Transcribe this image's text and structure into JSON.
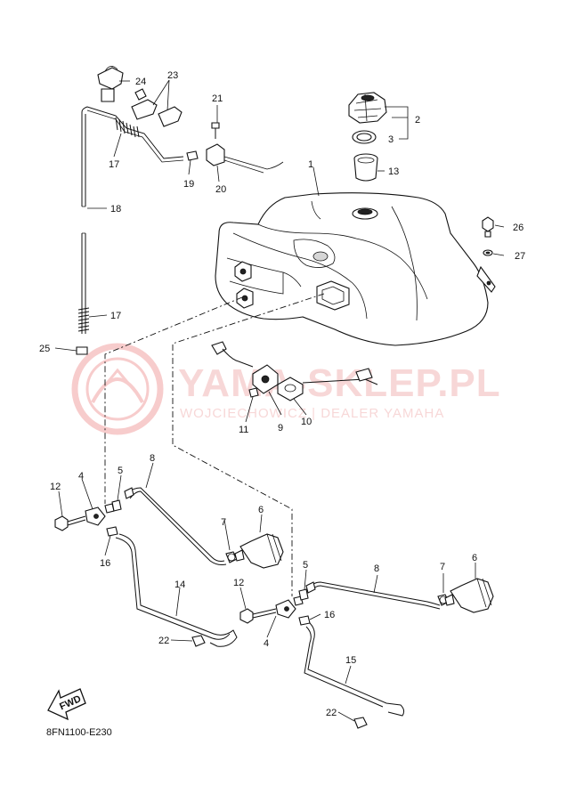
{
  "diagram": {
    "drawing_code": "8FN1100-E230",
    "fwd_label": "FWD",
    "watermark": {
      "title": "YAMA-SKLEP.PL",
      "subtitle": "WOJCIECHOWICZ | DEALER YAMAHA",
      "color": "#f2b7b7"
    },
    "callouts": [
      {
        "id": "c1",
        "label": "1"
      },
      {
        "id": "c2",
        "label": "2"
      },
      {
        "id": "c3",
        "label": "3"
      },
      {
        "id": "c4a",
        "label": "4"
      },
      {
        "id": "c4b",
        "label": "4"
      },
      {
        "id": "c5a",
        "label": "5"
      },
      {
        "id": "c5b",
        "label": "5"
      },
      {
        "id": "c6a",
        "label": "6"
      },
      {
        "id": "c6b",
        "label": "6"
      },
      {
        "id": "c7a",
        "label": "7"
      },
      {
        "id": "c7b",
        "label": "7"
      },
      {
        "id": "c8a",
        "label": "8"
      },
      {
        "id": "c8b",
        "label": "8"
      },
      {
        "id": "c9",
        "label": "9"
      },
      {
        "id": "c10",
        "label": "10"
      },
      {
        "id": "c11",
        "label": "11"
      },
      {
        "id": "c12a",
        "label": "12"
      },
      {
        "id": "c12b",
        "label": "12"
      },
      {
        "id": "c13",
        "label": "13"
      },
      {
        "id": "c14",
        "label": "14"
      },
      {
        "id": "c15",
        "label": "15"
      },
      {
        "id": "c16a",
        "label": "16"
      },
      {
        "id": "c16b",
        "label": "16"
      },
      {
        "id": "c17a",
        "label": "17"
      },
      {
        "id": "c17b",
        "label": "17"
      },
      {
        "id": "c18",
        "label": "18"
      },
      {
        "id": "c19",
        "label": "19"
      },
      {
        "id": "c20",
        "label": "20"
      },
      {
        "id": "c21",
        "label": "21"
      },
      {
        "id": "c22a",
        "label": "22"
      },
      {
        "id": "c22b",
        "label": "22"
      },
      {
        "id": "c23",
        "label": "23"
      },
      {
        "id": "c24",
        "label": "24"
      },
      {
        "id": "c25",
        "label": "25"
      },
      {
        "id": "c26",
        "label": "26"
      },
      {
        "id": "c27",
        "label": "27"
      }
    ]
  }
}
